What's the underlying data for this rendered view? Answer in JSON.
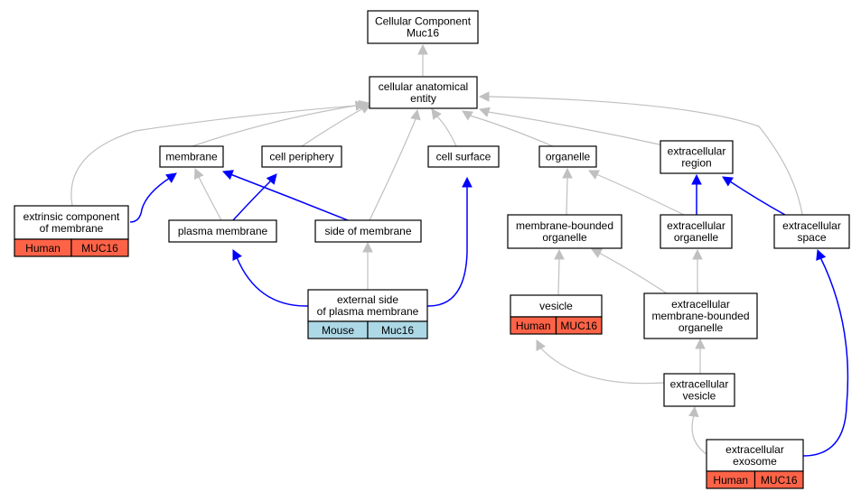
{
  "colors": {
    "background": "#ffffff",
    "gray_edge": "#c0c0c0",
    "blue_edge": "#0000ff",
    "human_badge": "#ff6347",
    "mouse_badge": "#add8e6",
    "node_border": "#000000"
  },
  "nodes": {
    "root": {
      "lines": [
        "Cellular Component",
        "Muc16"
      ]
    },
    "cae": {
      "lines": [
        "cellular anatomical",
        "entity"
      ]
    },
    "membrane": {
      "lines": [
        "membrane"
      ]
    },
    "periphery": {
      "lines": [
        "cell periphery"
      ]
    },
    "surface": {
      "lines": [
        "cell surface"
      ]
    },
    "organelle": {
      "lines": [
        "organelle"
      ]
    },
    "ecregion": {
      "lines": [
        "extracellular",
        "region"
      ]
    },
    "extrinsic": {
      "lines": [
        "extrinsic component",
        "of membrane"
      ],
      "badges": [
        "Human",
        "MUC16"
      ]
    },
    "pm": {
      "lines": [
        "plasma membrane"
      ]
    },
    "som": {
      "lines": [
        "side of membrane"
      ]
    },
    "mbo": {
      "lines": [
        "membrane-bounded",
        "organelle"
      ]
    },
    "ecorg": {
      "lines": [
        "extracellular",
        "organelle"
      ]
    },
    "ecspace": {
      "lines": [
        "extracellular",
        "space"
      ]
    },
    "espm": {
      "lines": [
        "external side",
        "of plasma membrane"
      ],
      "badges": [
        "Mouse",
        "Muc16"
      ]
    },
    "vesicle": {
      "lines": [
        "vesicle"
      ],
      "badges": [
        "Human",
        "MUC16"
      ]
    },
    "ecmbo": {
      "lines": [
        "extracellular",
        "membrane-bounded",
        "organelle"
      ]
    },
    "ecves": {
      "lines": [
        "extracellular",
        "vesicle"
      ]
    },
    "exosome": {
      "lines": [
        "extracellular",
        "exosome"
      ],
      "badges": [
        "Human",
        "MUC16"
      ]
    }
  }
}
